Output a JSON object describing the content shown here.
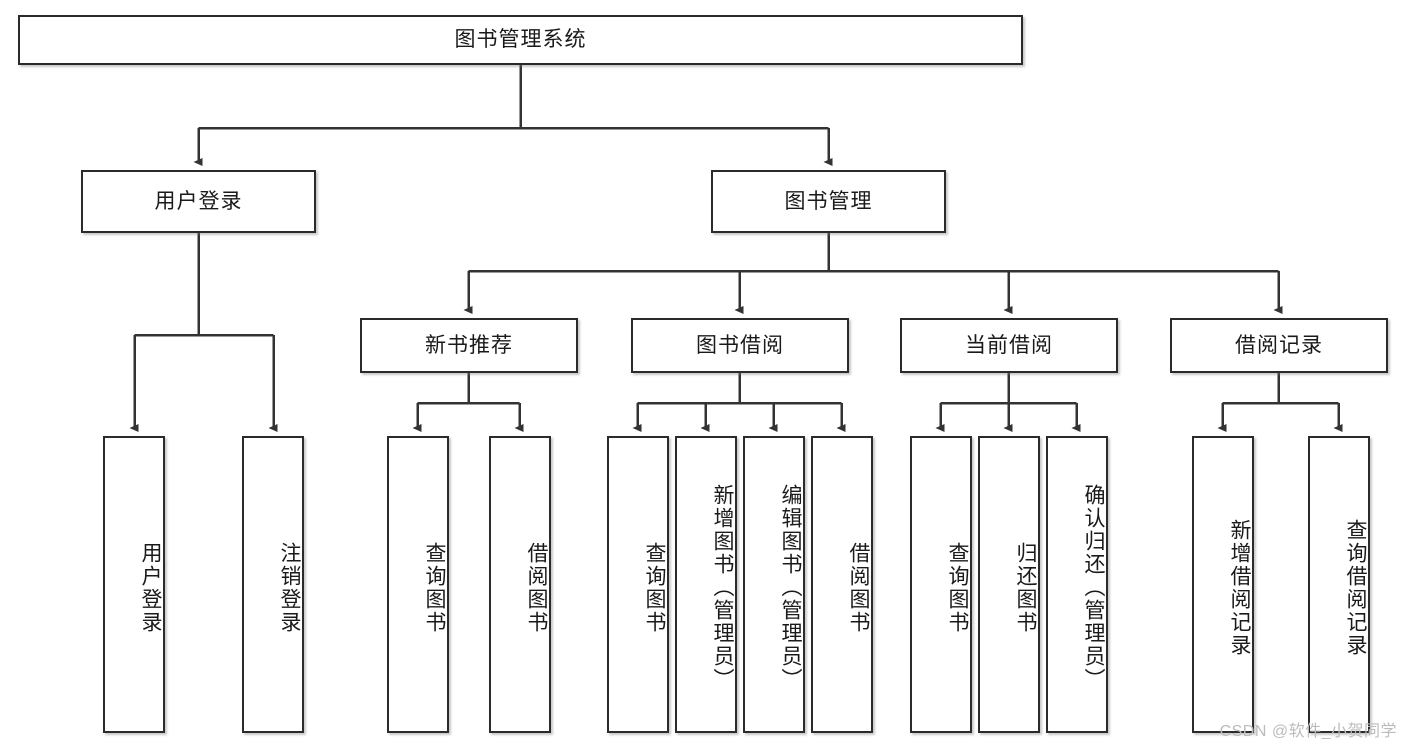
{
  "diagram": {
    "type": "tree-hierarchy",
    "root": {
      "id": "root",
      "label": "图书管理系统"
    },
    "level2": [
      {
        "id": "user-login",
        "label": "用户登录"
      },
      {
        "id": "book-manage",
        "label": "图书管理"
      }
    ],
    "level3": [
      {
        "id": "new-book-rec",
        "label": "新书推荐",
        "parent": "book-manage"
      },
      {
        "id": "book-borrow",
        "label": "图书借阅",
        "parent": "book-manage"
      },
      {
        "id": "current-borrow",
        "label": "当前借阅",
        "parent": "book-manage"
      },
      {
        "id": "borrow-record",
        "label": "借阅记录",
        "parent": "book-manage"
      }
    ],
    "leaves": [
      {
        "id": "leaf-user-login",
        "label": "用户登录",
        "parent": "user-login"
      },
      {
        "id": "leaf-logout",
        "label": "注销登录",
        "parent": "user-login"
      },
      {
        "id": "leaf-query-book-1",
        "label": "查询图书",
        "parent": "new-book-rec"
      },
      {
        "id": "leaf-borrow-book-1",
        "label": "借阅图书",
        "parent": "new-book-rec"
      },
      {
        "id": "leaf-query-book-2",
        "label": "查询图书",
        "parent": "book-borrow"
      },
      {
        "id": "leaf-add-book",
        "label": "新增图书（管理员）",
        "parent": "book-borrow"
      },
      {
        "id": "leaf-edit-book",
        "label": "编辑图书（管理员）",
        "parent": "book-borrow"
      },
      {
        "id": "leaf-borrow-book-2",
        "label": "借阅图书",
        "parent": "book-borrow"
      },
      {
        "id": "leaf-query-book-3",
        "label": "查询图书",
        "parent": "current-borrow"
      },
      {
        "id": "leaf-return-book",
        "label": "归还图书",
        "parent": "current-borrow"
      },
      {
        "id": "leaf-confirm-return",
        "label": "确认归还（管理员）",
        "parent": "current-borrow"
      },
      {
        "id": "leaf-add-record",
        "label": "新增借阅记录",
        "parent": "borrow-record"
      },
      {
        "id": "leaf-query-record",
        "label": "查询借阅记录",
        "parent": "borrow-record"
      }
    ]
  },
  "watermark": {
    "text": "CSDN @软件_小贺同学"
  },
  "colors": {
    "box_border": "#2b2b2b",
    "box_fill": "#ffffff",
    "connector": "#333333",
    "text": "#1a1a1a",
    "watermark": "#bcbcbc",
    "background": "#ffffff"
  }
}
